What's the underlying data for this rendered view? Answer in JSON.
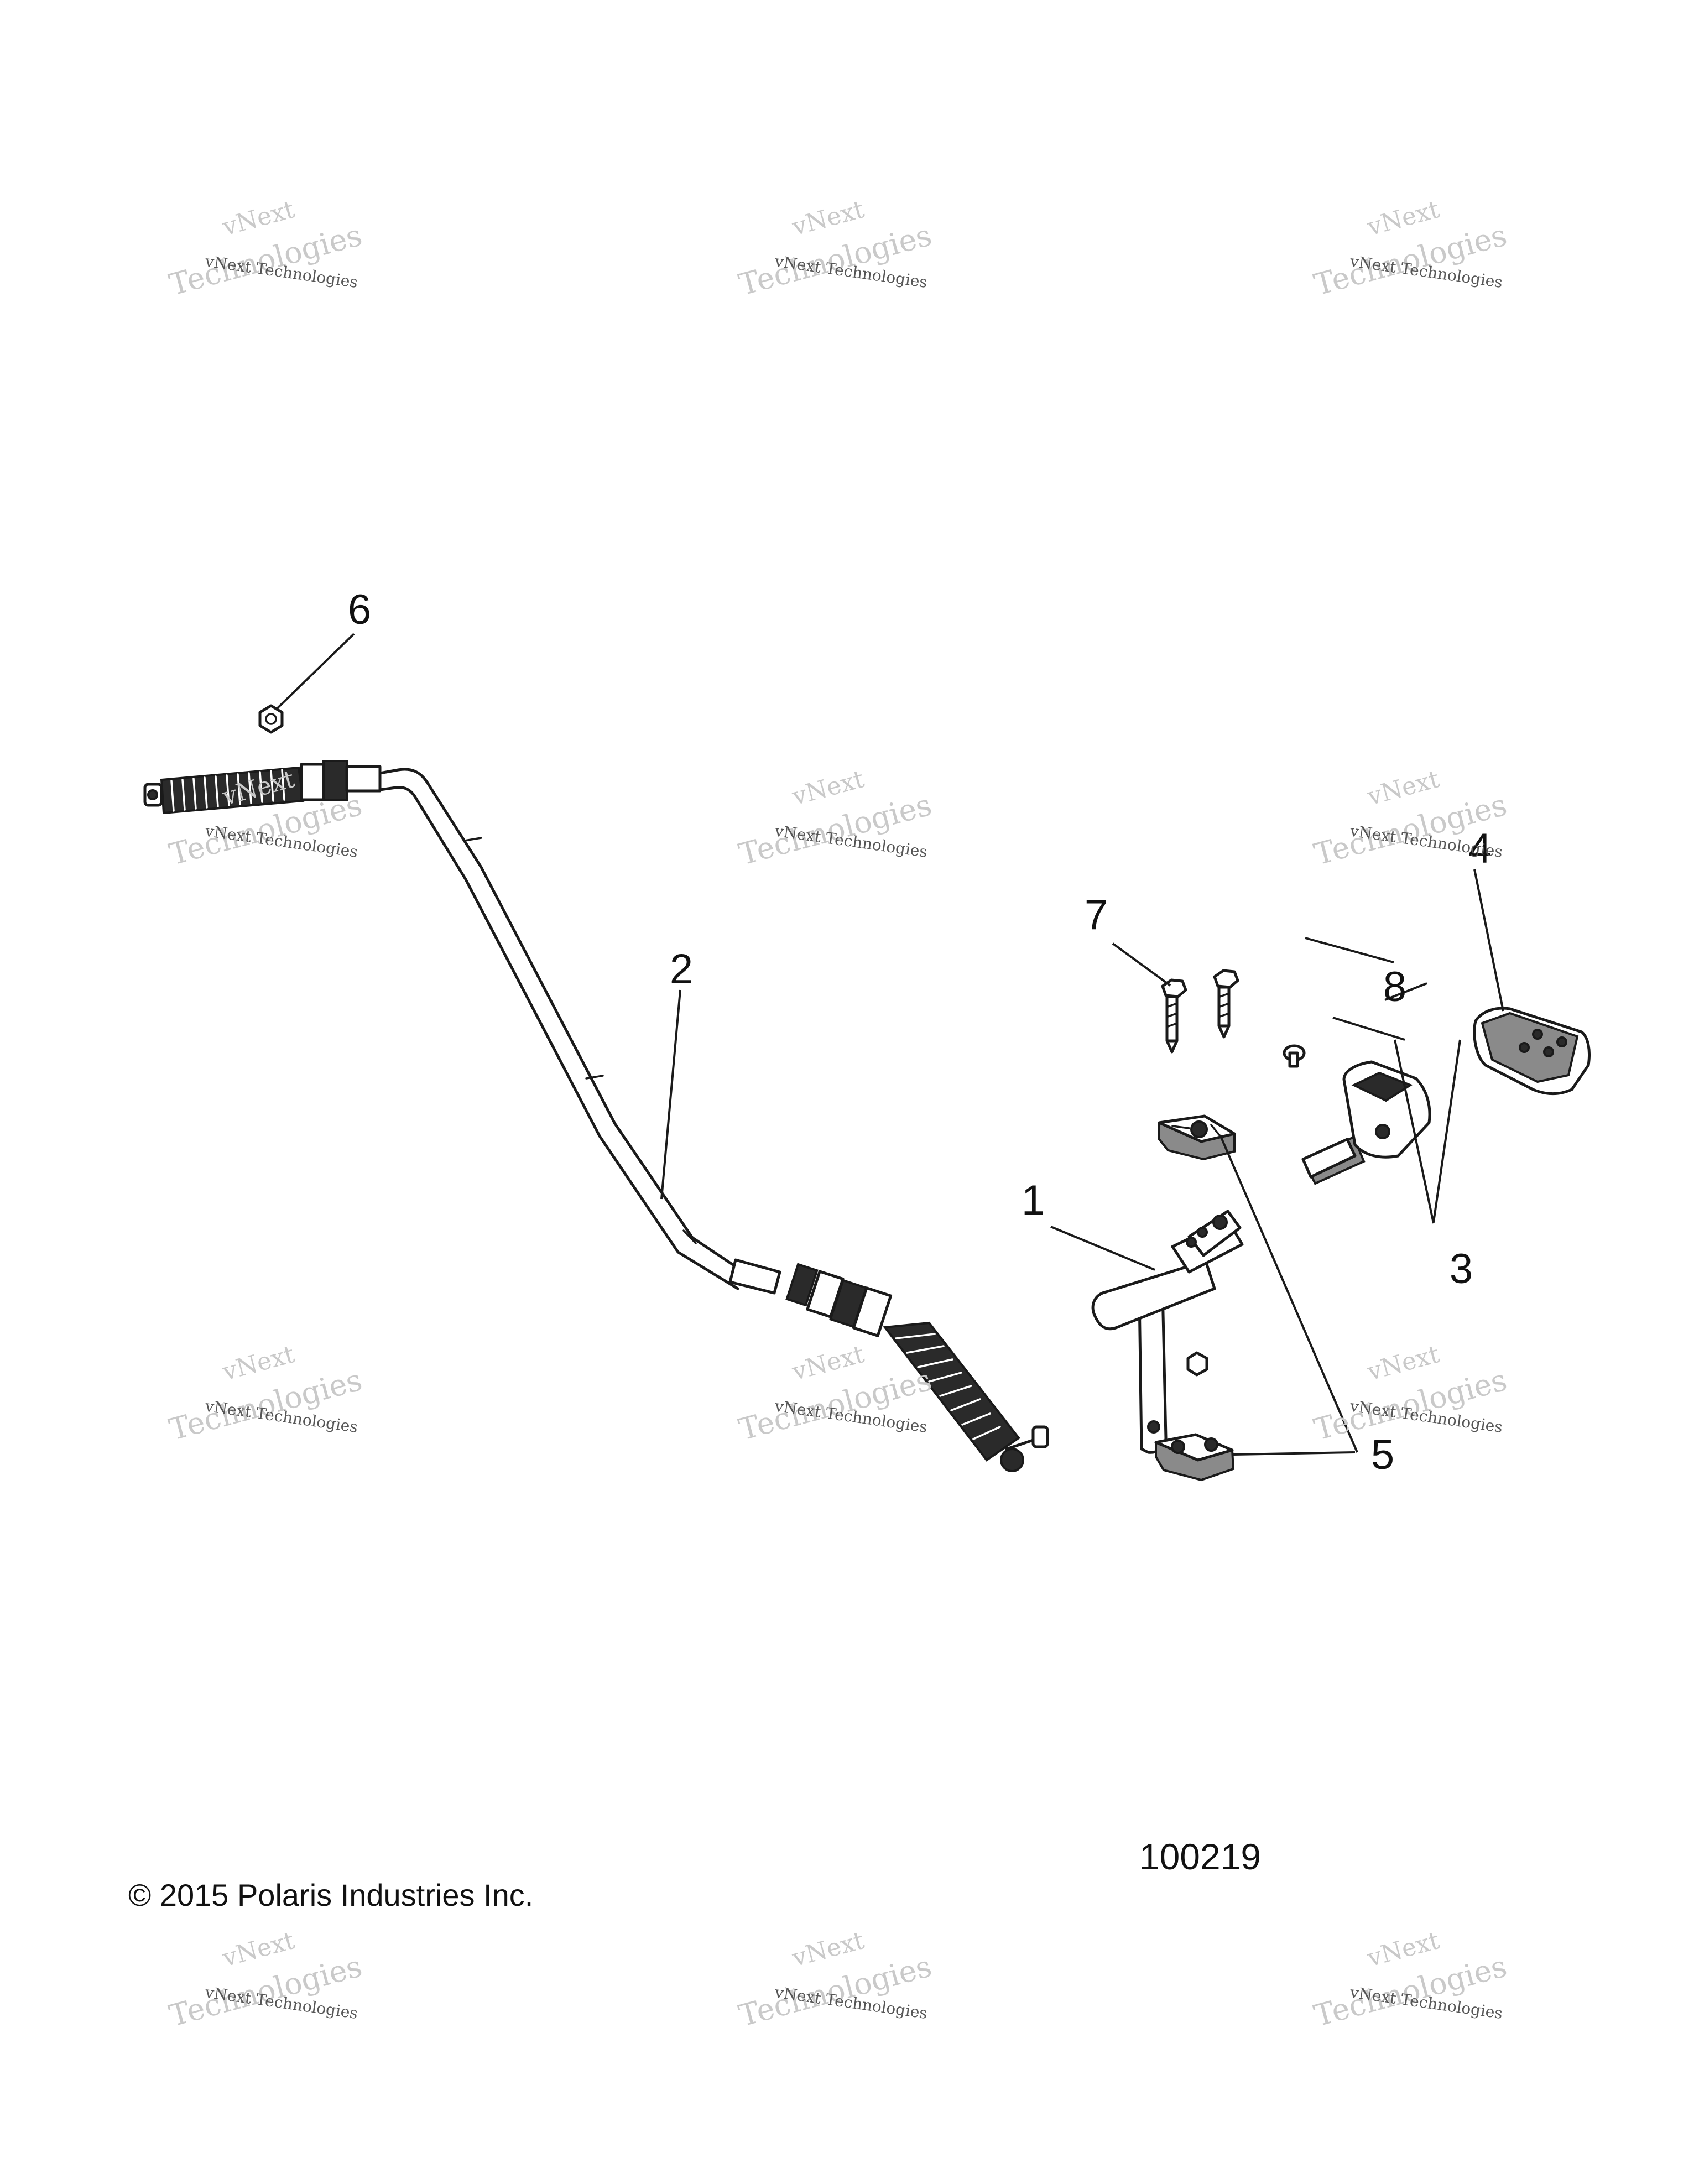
{
  "diagram": {
    "figure_number": "100219",
    "copyright": "© 2015 Polaris Industries Inc.",
    "callouts": {
      "c1": "1",
      "c2": "2",
      "c3": "3",
      "c4": "4",
      "c5": "5",
      "c6": "6",
      "c7": "7",
      "c8": "8"
    },
    "watermark": {
      "line1": "vNext",
      "line2": "Technologies",
      "small": "vNext Technologies"
    }
  }
}
